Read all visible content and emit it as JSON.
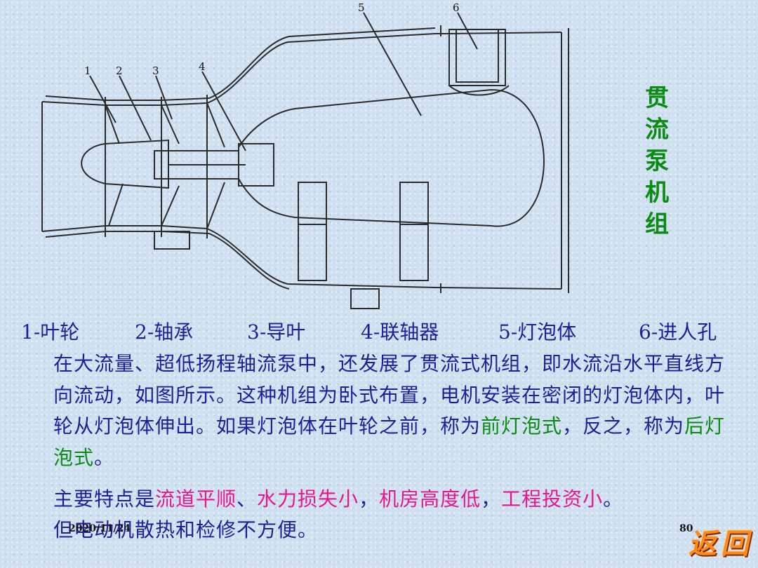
{
  "diagram": {
    "callouts": [
      "1",
      "2",
      "3",
      "4",
      "5",
      "6"
    ],
    "stroke_color": "#2b2b2b"
  },
  "title_vertical": [
    "贯",
    "流",
    "泵",
    "机",
    "组"
  ],
  "legend": [
    "1-叶轮",
    "2-轴承",
    "3-导叶",
    "4-联轴器",
    "5-灯泡体",
    "6-进人孔"
  ],
  "paragraph1": {
    "part1": "在大流量、超低扬程轴流泵中，还发展了贯流式机组，即水流沿水平直线方向流动，如图所示。这种机组为卧式布置，电机安装在密闭的灯泡体内，叶轮从灯泡体伸出。如果灯泡体在叶轮之前，称为",
    "front_bulb": "前灯泡式",
    "part2": "，反之，称为",
    "rear_bulb": "后灯泡式",
    "part3": "。"
  },
  "paragraph2": {
    "intro": "主要特点是",
    "f1": "流道平顺",
    "sep1": "、",
    "f2": "水力损失小",
    "sep2": "，",
    "f3": "机房高度低",
    "sep3": "，",
    "f4": "工程投资小",
    "sep4": "。",
    "line2": "但电动机散热和检修不方便。"
  },
  "footer": {
    "date": "2020/11/24",
    "page": "80"
  },
  "back_button": {
    "char1": "返",
    "char2": "回"
  },
  "colors": {
    "text_blue": "#1f1f9a",
    "title_green": "#0b8a14",
    "highlight_pink": "#e6168c",
    "button_orange": "#ff8a1c"
  }
}
